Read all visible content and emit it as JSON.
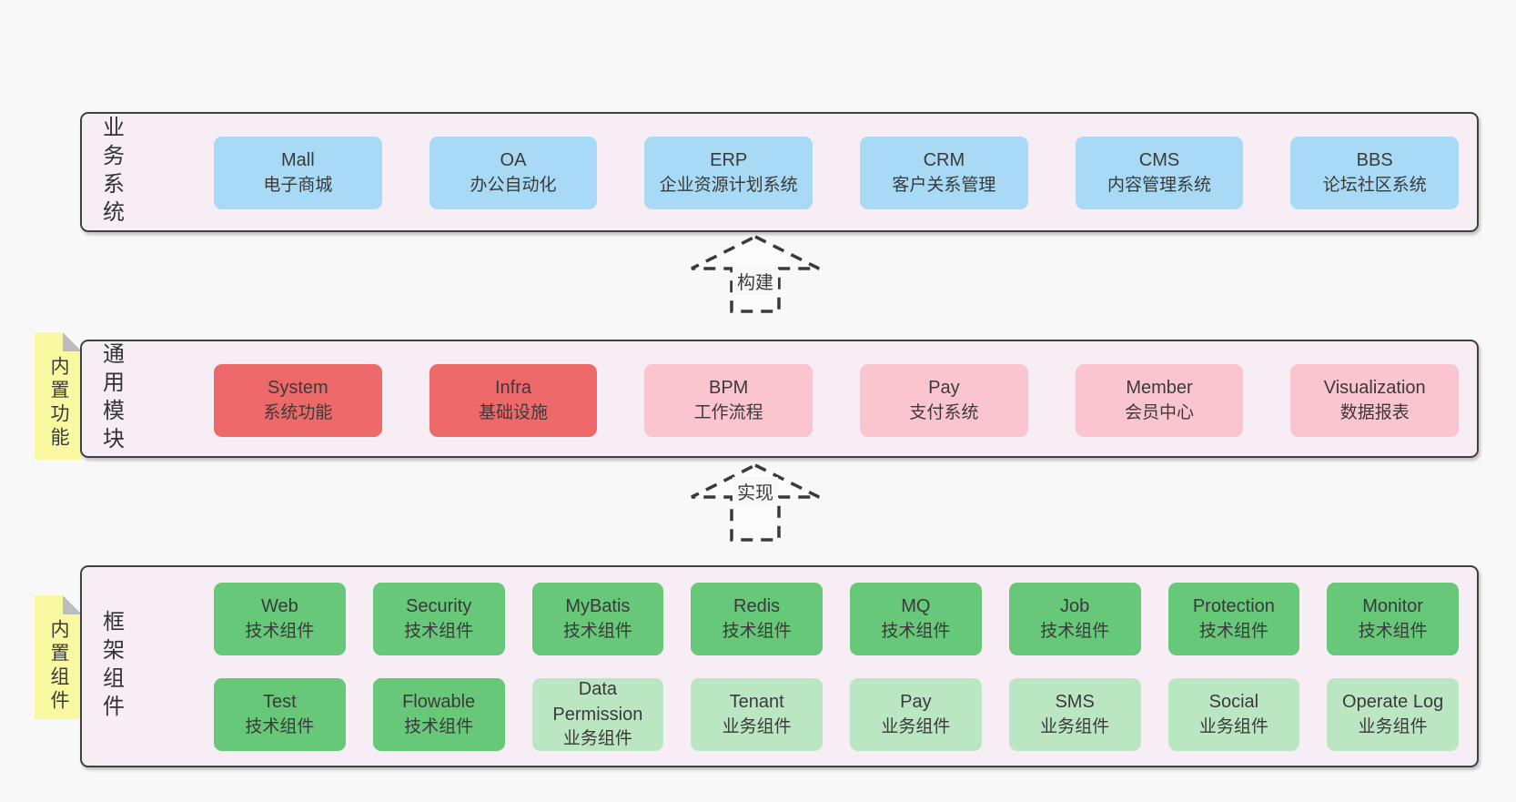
{
  "colors": {
    "page_bg": "#f9f8f9",
    "panel_bg": "#f7edf5",
    "panel_border": "#414141",
    "blue": "#a9daf5",
    "red": "#ee6a6a",
    "pink": "#fbc5cf",
    "green": "#66c878",
    "light_green": "#bbe6c2",
    "note_yellow": "#f9f9a1",
    "note_fold": "#bcbcc0",
    "text": "#3a3a3a"
  },
  "arrows": [
    {
      "label": "构建"
    },
    {
      "label": "实现"
    }
  ],
  "sections": {
    "business": {
      "side_label": "业务系统",
      "boxes": [
        {
          "title": "Mall",
          "subtitle": "电子商城"
        },
        {
          "title": "OA",
          "subtitle": "办公自动化"
        },
        {
          "title": "ERP",
          "subtitle": "企业资源计划系统"
        },
        {
          "title": "CRM",
          "subtitle": "客户关系管理"
        },
        {
          "title": "CMS",
          "subtitle": "内容管理系统"
        },
        {
          "title": "BBS",
          "subtitle": "论坛社区系统"
        }
      ]
    },
    "modules": {
      "side_label": "通用模块",
      "tag": "内置功能",
      "boxes": [
        {
          "title": "System",
          "subtitle": "系统功能",
          "variant": "red"
        },
        {
          "title": "Infra",
          "subtitle": "基础设施",
          "variant": "red"
        },
        {
          "title": "BPM",
          "subtitle": "工作流程",
          "variant": "pink"
        },
        {
          "title": "Pay",
          "subtitle": "支付系统",
          "variant": "pink"
        },
        {
          "title": "Member",
          "subtitle": "会员中心",
          "variant": "pink"
        },
        {
          "title": "Visualization",
          "subtitle": "数据报表",
          "variant": "pink"
        }
      ]
    },
    "framework": {
      "side_label": "框架组件",
      "tag": "内置组件",
      "row1": [
        {
          "title": "Web",
          "subtitle": "技术组件",
          "variant": "green"
        },
        {
          "title": "Security",
          "subtitle": "技术组件",
          "variant": "green"
        },
        {
          "title": "MyBatis",
          "subtitle": "技术组件",
          "variant": "green"
        },
        {
          "title": "Redis",
          "subtitle": "技术组件",
          "variant": "green"
        },
        {
          "title": "MQ",
          "subtitle": "技术组件",
          "variant": "green"
        },
        {
          "title": "Job",
          "subtitle": "技术组件",
          "variant": "green"
        },
        {
          "title": "Protection",
          "subtitle": "技术组件",
          "variant": "green"
        },
        {
          "title": "Monitor",
          "subtitle": "技术组件",
          "variant": "green"
        }
      ],
      "row2": [
        {
          "title": "Test",
          "subtitle": "技术组件",
          "variant": "green"
        },
        {
          "title": "Flowable",
          "subtitle": "技术组件",
          "variant": "green"
        },
        {
          "title": "Data Permission",
          "subtitle": "业务组件",
          "variant": "lightgreen"
        },
        {
          "title": "Tenant",
          "subtitle": "业务组件",
          "variant": "lightgreen"
        },
        {
          "title": "Pay",
          "subtitle": "业务组件",
          "variant": "lightgreen"
        },
        {
          "title": "SMS",
          "subtitle": "业务组件",
          "variant": "lightgreen"
        },
        {
          "title": "Social",
          "subtitle": "业务组件",
          "variant": "lightgreen"
        },
        {
          "title": "Operate Log",
          "subtitle": "业务组件",
          "variant": "lightgreen"
        }
      ]
    }
  }
}
